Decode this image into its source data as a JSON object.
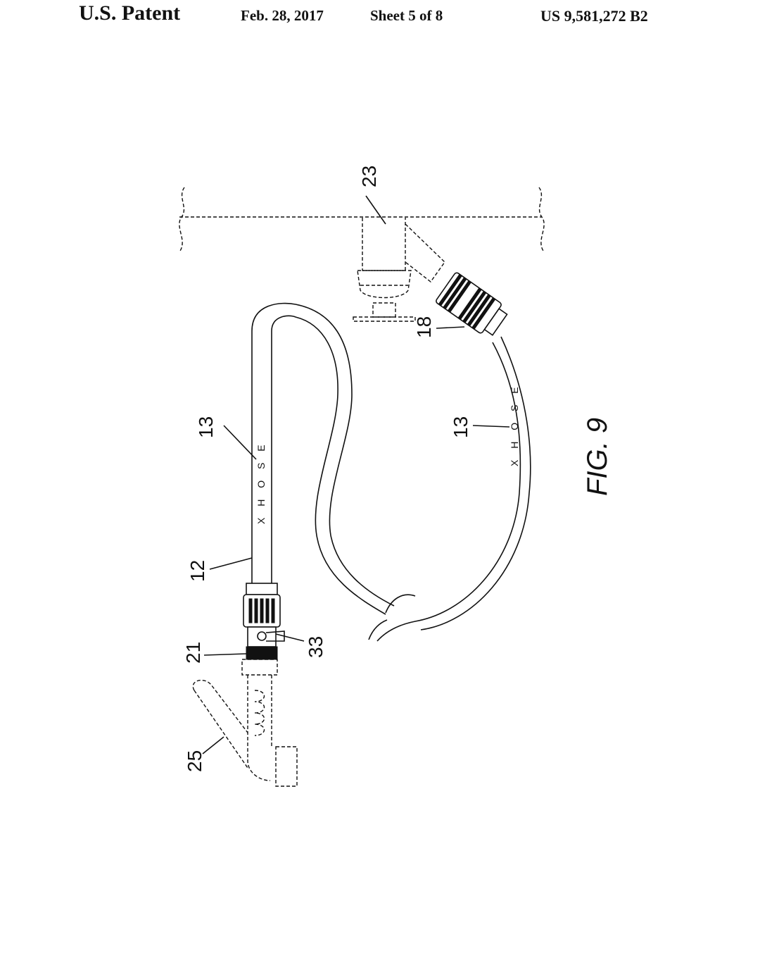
{
  "header": {
    "title": "U.S. Patent",
    "date": "Feb. 28, 2017",
    "sheet": "Sheet 5 of 8",
    "patent_number": "US 9,581,272 B2"
  },
  "figure": {
    "label": "FIG. 9",
    "hose_text_1": "X H O S E",
    "hose_text_2": "X H O S E",
    "refs": {
      "r23": "23",
      "r18": "18",
      "r13a": "13",
      "r13b": "13",
      "r12": "12",
      "r21": "21",
      "r33": "33",
      "r25": "25"
    }
  }
}
